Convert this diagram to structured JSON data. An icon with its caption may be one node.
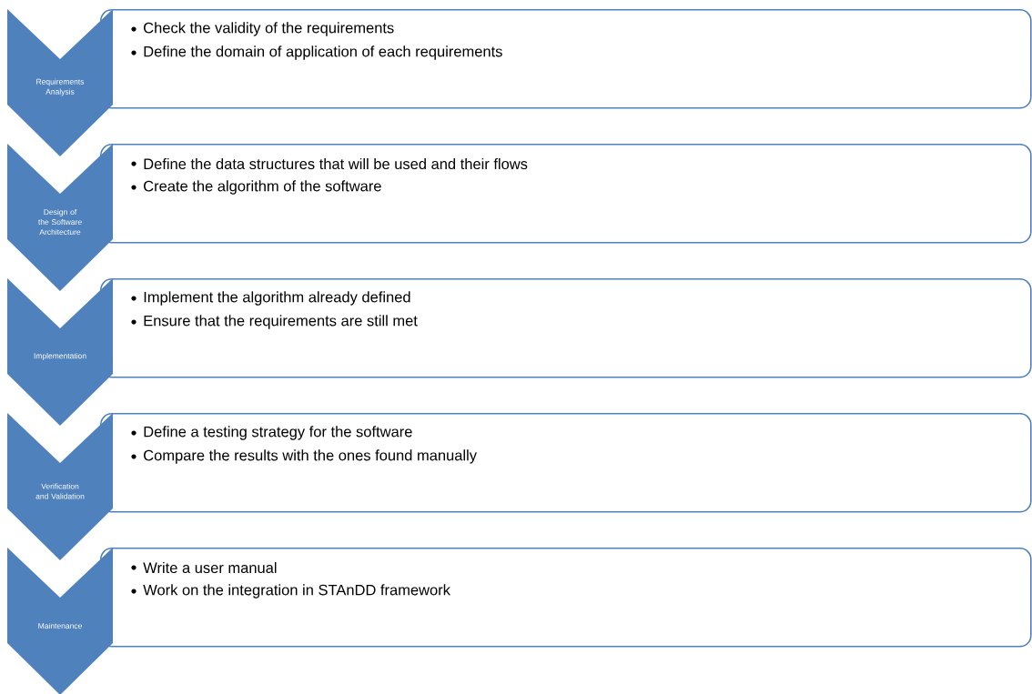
{
  "diagram": {
    "nodes": [
      {
        "text": [
          "Requirements Analysis"
        ]
      },
      {
        "text": [
          "Check the validity of the requirements",
          "Define the domain of application of each requirements"
        ]
      },
      {
        "text": [
          "Design of the Software Architecture"
        ]
      },
      {
        "text": [
          "Define the data structures that will be used and their flows",
          "Create the algorithm of the software"
        ]
      },
      {
        "text": [
          "Implementation"
        ]
      },
      {
        "text": [
          "Implement the algorithm already defined",
          "Ensure that the requirements are still met"
        ]
      },
      {
        "text": [
          "Verification and Validation"
        ]
      },
      {
        "text": [
          "Define a testing strategy for the software",
          "Compare the results with the ones found manually"
        ]
      },
      {
        "text": [
          "Maintenance"
        ]
      },
      {
        "text": [
          "Write a user manual",
          "Work on the integration in STAnDD framework"
        ]
      }
    ]
  }
}
